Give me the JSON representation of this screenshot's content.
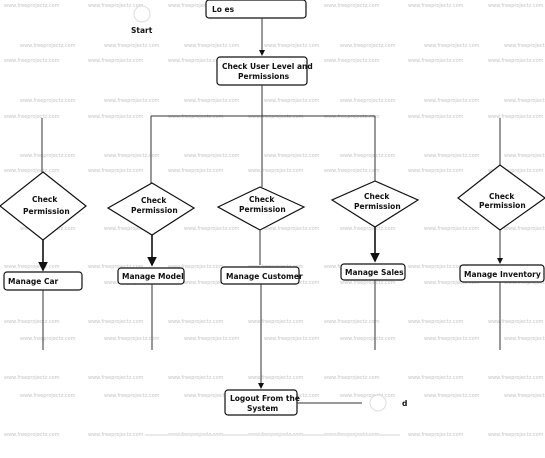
{
  "diagram": {
    "start_label": "Start",
    "login_label": "Lo                       es",
    "check_level_label": [
      "Check User Level and",
      "Permissions"
    ],
    "check_permission_label": [
      "Check",
      "Permission"
    ],
    "manage_car": "Manage Car",
    "manage_model": "Manage Model",
    "manage_customer": "Manage Customer",
    "manage_sales": "Manage Sales",
    "manage_inventory": "Manage Inventory",
    "logout_label": [
      "Logout From the",
      "System"
    ],
    "end_label": "d",
    "watermark": "www.freeprojectz.com"
  }
}
